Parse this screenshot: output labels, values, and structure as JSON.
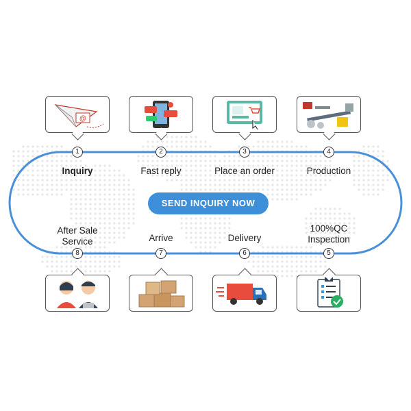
{
  "cta_label": "SEND INQUIRY NOW",
  "colors": {
    "track": "#4a90d9",
    "button": "#3d8fd9",
    "map_dots": "#e6e6e6"
  },
  "steps": [
    {
      "number": "1",
      "label": "Inquiry",
      "icon": "paper-plane-envelope-icon"
    },
    {
      "number": "2",
      "label": "Fast reply",
      "icon": "smartphone-chat-icon"
    },
    {
      "number": "3",
      "label": "Place an order",
      "icon": "monitor-cart-click-icon"
    },
    {
      "number": "4",
      "label": "Production",
      "icon": "factory-conveyor-icon"
    },
    {
      "number": "5",
      "label": "100%QC\nInspection",
      "icon": "checklist-clipboard-icon"
    },
    {
      "number": "6",
      "label": "Delivery",
      "icon": "delivery-truck-icon"
    },
    {
      "number": "7",
      "label": "Arrive",
      "icon": "stacked-boxes-icon"
    },
    {
      "number": "8",
      "label": "After Sale\nService",
      "icon": "support-agents-icon"
    }
  ]
}
